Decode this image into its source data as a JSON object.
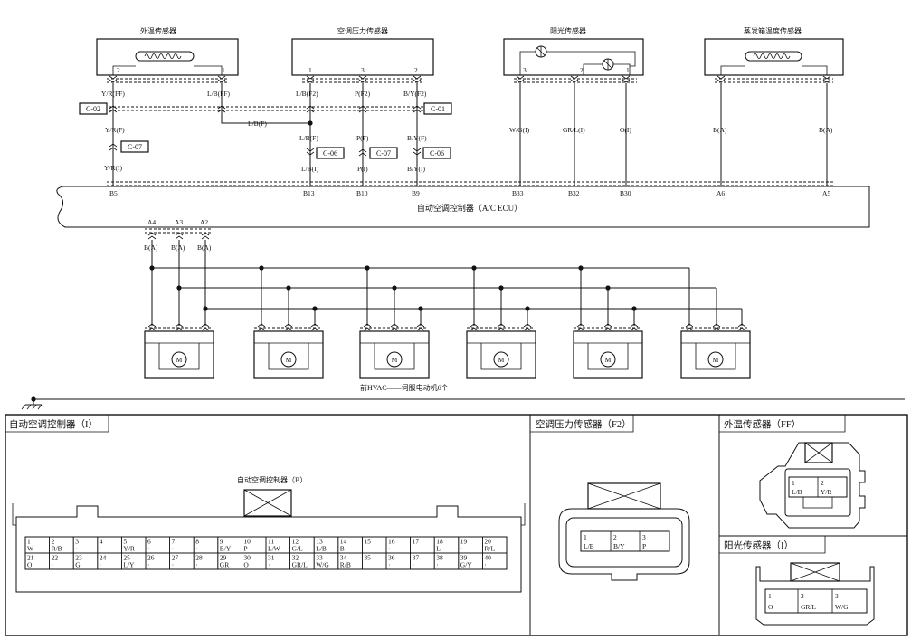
{
  "sensors": [
    {
      "title": "外温传感器",
      "pins": [
        "2",
        "1"
      ]
    },
    {
      "title": "空调压力传感器",
      "pins": [
        "1",
        "3",
        "2"
      ]
    },
    {
      "title": "阳光传感器",
      "pins": [
        "3",
        "2",
        "1"
      ]
    },
    {
      "title": "蒸发箱温度传感器",
      "pins": []
    }
  ],
  "wire_labels": [
    "Y/R(FF)",
    "L/B(FF)",
    "L/B(F2)",
    "P(F2)",
    "B/Y(F2)",
    "Y/R(F)",
    "L/B(F)",
    "L/B(F)",
    "P(F)",
    "B/Y(F)",
    "Y/R(I)",
    "L/B(I)",
    "P(I)",
    "B/Y(I)",
    "W/G(I)",
    "GR/L(I)",
    "O(I)",
    "B(A)",
    "B(A)"
  ],
  "connectors": [
    "C-02",
    "C-01",
    "C-07",
    "C-06",
    "C-07",
    "C-06"
  ],
  "ecu": {
    "label": "自动空调控制器（A/C ECU）",
    "pins_top": [
      "B5",
      "B13",
      "B10",
      "B9",
      "B33",
      "B32",
      "B30",
      "A6",
      "A5"
    ],
    "pins_bottom": [
      "A4",
      "A3",
      "A2"
    ],
    "bottom_wires": [
      "B(A)",
      "B(A)",
      "B(A)"
    ]
  },
  "motors": {
    "symbol": "M",
    "caption": "前HVAC——伺服电动机6个"
  },
  "panels": {
    "ecu_connector": {
      "title": "自动空调控制器（I）",
      "sub_label": "自动空调控制器（B）",
      "row1": [
        [
          "1",
          "W"
        ],
        [
          "2",
          "R/B"
        ],
        [
          "3",
          "·"
        ],
        [
          "4",
          "·"
        ],
        [
          "5",
          "Y/R"
        ],
        [
          "6",
          "·"
        ],
        [
          "7",
          "·"
        ],
        [
          "8",
          "·"
        ],
        [
          "9",
          "B/Y"
        ],
        [
          "10",
          "P"
        ],
        [
          "11",
          "L/W"
        ],
        [
          "12",
          "G/L"
        ],
        [
          "13",
          "L/B"
        ],
        [
          "14",
          "B"
        ],
        [
          "15",
          "·"
        ],
        [
          "16",
          "·"
        ],
        [
          "17",
          "·"
        ],
        [
          "18",
          "L"
        ],
        [
          "19",
          "·"
        ],
        [
          "20",
          "R/L"
        ]
      ],
      "row2": [
        [
          "21",
          "O"
        ],
        [
          "22",
          "·"
        ],
        [
          "23",
          "G"
        ],
        [
          "24",
          "·"
        ],
        [
          "25",
          "L/Y"
        ],
        [
          "26",
          "·"
        ],
        [
          "27",
          "·"
        ],
        [
          "28",
          "·"
        ],
        [
          "29",
          "GR"
        ],
        [
          "30",
          "O"
        ],
        [
          "31",
          "·"
        ],
        [
          "32",
          "GR/L"
        ],
        [
          "33",
          "W/G"
        ],
        [
          "34",
          "R/B"
        ],
        [
          "35",
          "·"
        ],
        [
          "36",
          "·"
        ],
        [
          "37",
          "·"
        ],
        [
          "38",
          "·"
        ],
        [
          "39",
          "G/Y"
        ],
        [
          "40",
          "·"
        ]
      ]
    },
    "pressure_connector": {
      "title": "空调压力传感器（F2）",
      "pins": [
        [
          "1",
          "L/B"
        ],
        [
          "2",
          "B/Y"
        ],
        [
          "3",
          "P"
        ]
      ]
    },
    "ambient_connector": {
      "title": "外温传感器（FF）",
      "pins": [
        [
          "1",
          "L/B"
        ],
        [
          "2",
          "Y/R"
        ]
      ]
    },
    "solar_connector": {
      "title": "阳光传感器（I）",
      "pins": [
        [
          "1",
          "O"
        ],
        [
          "2",
          "GR/L"
        ],
        [
          "3",
          "W/G"
        ]
      ]
    }
  }
}
